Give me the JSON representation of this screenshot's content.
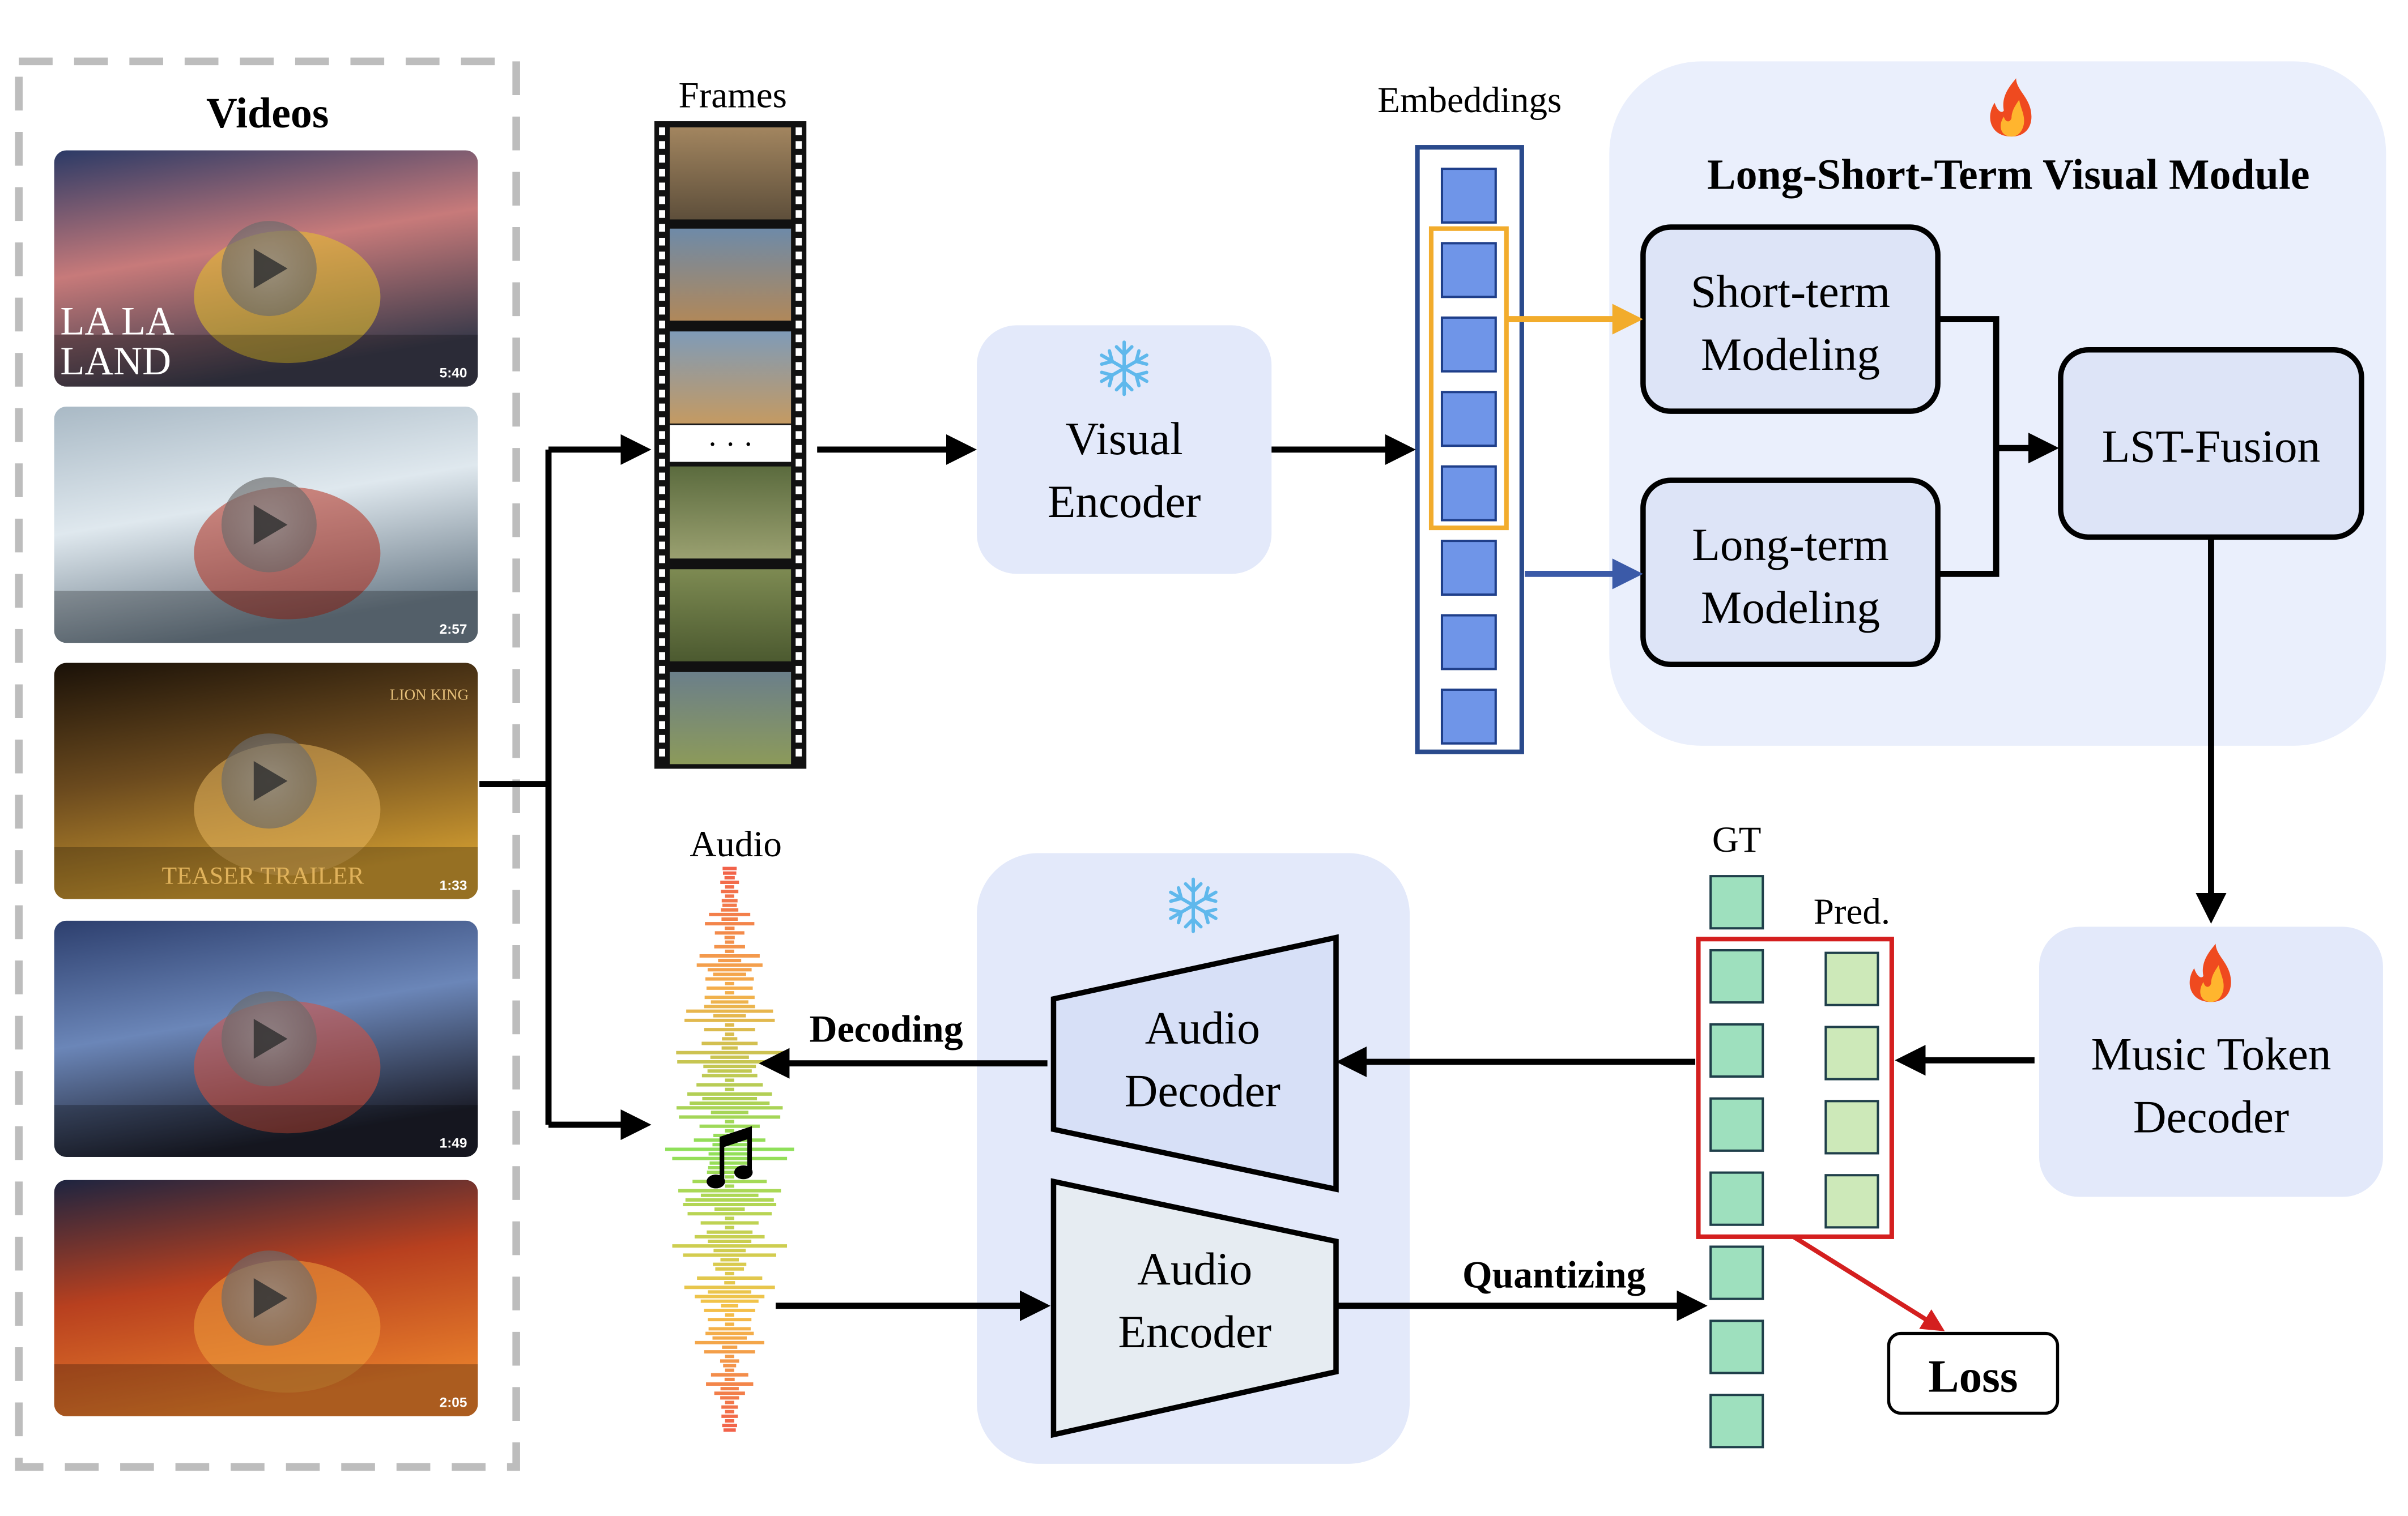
{
  "videos": {
    "title": "Videos",
    "items": [
      {
        "overlay": "LA LA LAND",
        "duration": "5:40",
        "colors": [
          "#2b3a66",
          "#c77a7a",
          "#3a3a4a"
        ],
        "accent": "#e5c22a"
      },
      {
        "overlay": "",
        "duration": "2:57",
        "colors": [
          "#a9b9c5",
          "#dfe8ee",
          "#6f7f8c"
        ],
        "accent": "#b22d1e"
      },
      {
        "overlay": "TEASER TRAILER",
        "brand": "LION KING",
        "duration": "1:33",
        "colors": [
          "#1a1108",
          "#6b4a1e",
          "#c9962f"
        ],
        "accent": "#e6b45c"
      },
      {
        "overlay": "",
        "duration": "1:49",
        "colors": [
          "#2d3f6e",
          "#6b86b8",
          "#1c1e2a"
        ],
        "accent": "#d8503c"
      },
      {
        "overlay": "",
        "duration": "2:05",
        "colors": [
          "#1d2440",
          "#b8401f",
          "#e57b2a"
        ],
        "accent": "#f0a13c"
      }
    ]
  },
  "frames": {
    "label": "Frames",
    "ellipsis": "· · ·",
    "count": 7
  },
  "visual_encoder": {
    "line1": "Visual",
    "line2": "Encoder",
    "icon": "snowflake-icon"
  },
  "embeddings": {
    "label": "Embeddings",
    "count": 8
  },
  "lst_module": {
    "title": "Long-Short-Term Visual Module",
    "icon": "fire-icon",
    "short_term": {
      "line1": "Short-term",
      "line2": "Modeling"
    },
    "long_term": {
      "line1": "Long-term",
      "line2": "Modeling"
    },
    "fusion": "LST-Fusion"
  },
  "music_token_decoder": {
    "line1": "Music Token",
    "line2": "Decoder",
    "icon": "fire-icon"
  },
  "audio": {
    "label": "Audio",
    "note_icon": "music-note-icon"
  },
  "audio_codec": {
    "icon": "snowflake-icon",
    "decoder": {
      "line1": "Audio",
      "line2": "Decoder"
    },
    "encoder": {
      "line1": "Audio",
      "line2": "Encoder"
    }
  },
  "tokens": {
    "gt_label": "GT",
    "pred_label": "Pred.",
    "gt_count": 8,
    "pred_count": 4
  },
  "edges": {
    "decoding": "Decoding",
    "quantizing": "Quantizing"
  },
  "loss": {
    "label": "Loss"
  },
  "colors": {
    "embedding_fill": "#6f95e8",
    "embedding_stroke": "#1f3f8a",
    "module_bg": "#eaeffc",
    "module_box": "#dde4f7",
    "gt_token": "#9ee0be",
    "pred_token": "#cde9b9",
    "orange": "#f2ac2c",
    "blue_arrow": "#3b5aa8",
    "red": "#d41f1f"
  }
}
